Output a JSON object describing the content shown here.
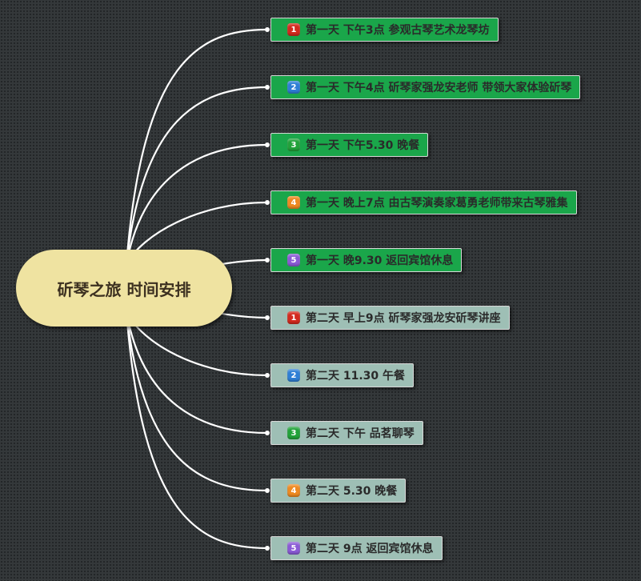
{
  "root": {
    "title": "斫琴之旅 时间安排"
  },
  "badge_colors": {
    "1": "#d32a1e",
    "2": "#2e7fd6",
    "3": "#22a33a",
    "4": "#ee8a22",
    "5": "#8b5bd6"
  },
  "colors": {
    "day1_node": "#1aa64a",
    "day2_node": "#9ebfb5",
    "root_node": "#efe3a1",
    "connector": "#ffffff",
    "background": "#34383a"
  },
  "topics": [
    {
      "badge": "1",
      "group": "day1",
      "label": "第一天 下午3点 参观古琴艺术龙琴坊"
    },
    {
      "badge": "2",
      "group": "day1",
      "label": "第一天 下午4点 斫琴家强龙安老师 带领大家体验斫琴"
    },
    {
      "badge": "3",
      "group": "day1",
      "label": "第一天 下午5.30 晚餐"
    },
    {
      "badge": "4",
      "group": "day1",
      "label": "第一天 晚上7点 由古琴演奏家葛勇老师带来古琴雅集"
    },
    {
      "badge": "5",
      "group": "day1",
      "label": "第一天 晚9.30 返回宾馆休息"
    },
    {
      "badge": "1",
      "group": "day2",
      "label": "第二天 早上9点 斫琴家强龙安斫琴讲座"
    },
    {
      "badge": "2",
      "group": "day2",
      "label": "第二天 11.30 午餐"
    },
    {
      "badge": "3",
      "group": "day2",
      "label": "第二天 下午 品茗聊琴"
    },
    {
      "badge": "4",
      "group": "day2",
      "label": "第二天 5.30 晚餐"
    },
    {
      "badge": "5",
      "group": "day2",
      "label": "第二天 9点 返回宾馆休息"
    }
  ]
}
